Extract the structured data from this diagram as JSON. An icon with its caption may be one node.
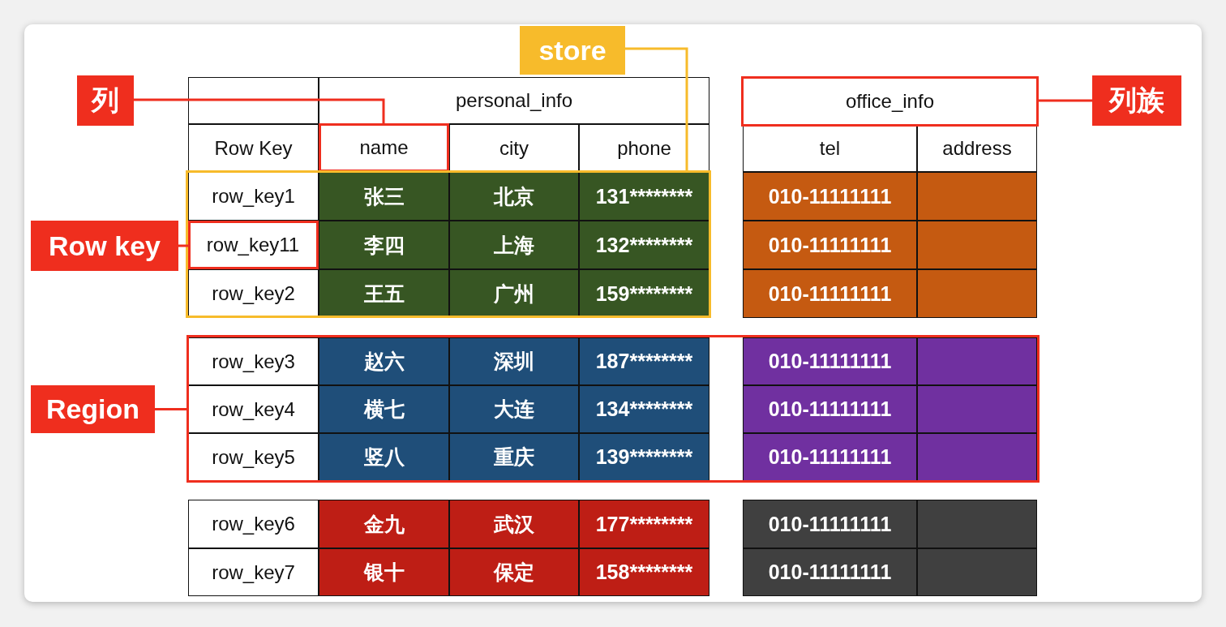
{
  "diagram": {
    "nodes": [
      {
        "text": [
          "列"
        ]
      },
      {
        "text": [
          "store"
        ]
      },
      {
        "text": [
          "列族"
        ]
      },
      {
        "text": [
          "Row key"
        ]
      },
      {
        "text": [
          "Region"
        ]
      },
      {
        "text": [
          "name"
        ]
      },
      {
        "text": [
          "office_info"
        ]
      },
      {
        "text": [
          "row_key11"
        ],
        "in": 8
      },
      {
        "text": [],
        "shape": "box"
      },
      {
        "text": [],
        "shape": "box"
      }
    ],
    "edges": [
      {
        "from": 0,
        "to": 5,
        "arrow": "none"
      },
      {
        "from": 1,
        "to": 8,
        "arrow": "none",
        "color": "#f7bb2b"
      },
      {
        "from": 2,
        "to": 6,
        "arrow": "none"
      },
      {
        "from": 3,
        "to": 7,
        "arrow": "none"
      },
      {
        "from": 4,
        "to": 9,
        "arrow": "none"
      }
    ],
    "labels": [
      "personal_info",
      "Row Key",
      "city",
      "phone",
      "tel",
      "address",
      "row_key1",
      "张三",
      "北京",
      "131********",
      "010-11111111",
      "李四",
      "上海",
      "132********",
      "010-11111111",
      "row_key2",
      "王五",
      "广州",
      "159********",
      "010-11111111",
      "row_key3",
      "赵六",
      "深圳",
      "187********",
      "010-11111111",
      "row_key4",
      "横七",
      "大连",
      "134********",
      "010-11111111",
      "row_key5",
      "竖八",
      "重庆",
      "139********",
      "010-11111111",
      "row_key6",
      "金九",
      "武汉",
      "177********",
      "010-11111111",
      "row_key7",
      "银十",
      "保定",
      "158********",
      "010-11111111"
    ]
  }
}
